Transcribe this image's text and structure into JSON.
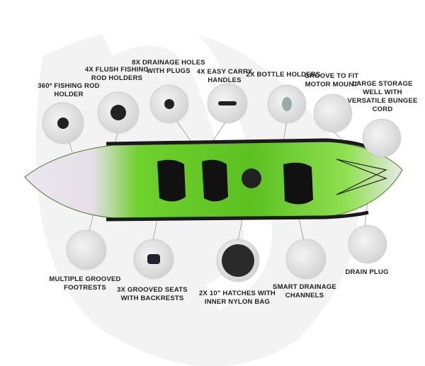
{
  "colors": {
    "hull_green": "#6fd12c",
    "hull_white": "#ece6ee",
    "rail": "#1a1a1a",
    "seat": "#111111",
    "text": "#222222"
  },
  "features_top": [
    {
      "label": "360º FISHING ROD HOLDER",
      "icon": "rod-holder-icon"
    },
    {
      "label": "4X FLUSH FISHING ROD HOLDERS",
      "icon": "flush-rod-holder-icon"
    },
    {
      "label": "8X DRAINAGE HOLES WITH PLUGS",
      "icon": "drainage-hole-icon"
    },
    {
      "label": "4X EASY CARRY HANDLES",
      "icon": "carry-handle-icon"
    },
    {
      "label": "2X BOTTLE HOLDERS",
      "icon": "bottle-holder-icon"
    },
    {
      "label": "GROOVE TO FIT MOTOR MOUNT",
      "icon": "motor-mount-groove-icon"
    },
    {
      "label": "LARGE STORAGE WELL WITH VERSATILE BUNGEE CORD",
      "icon": "storage-well-icon"
    }
  ],
  "features_bottom": [
    {
      "label": "MULTIPLE GROOVED FOOTRESTS",
      "icon": "footrest-icon"
    },
    {
      "label": "3X GROOVED SEATS WITH BACKRESTS",
      "icon": "seat-icon"
    },
    {
      "label": "2X 10\" HATCHES WITH INNER NYLON BAG",
      "icon": "hatch-icon"
    },
    {
      "label": "SMART DRAINAGE CHANNELS",
      "icon": "drainage-channel-icon"
    },
    {
      "label": "DRAIN PLUG",
      "icon": "drain-plug-icon"
    }
  ]
}
